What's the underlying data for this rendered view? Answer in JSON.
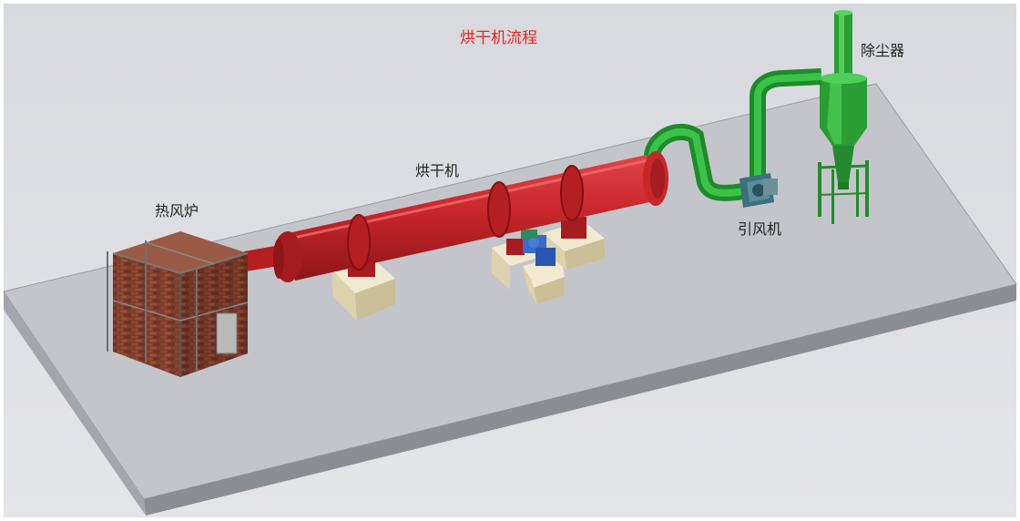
{
  "title": "烘干机流程",
  "labels": {
    "furnace": "热风炉",
    "dryer": "烘干机",
    "fan": "引风机",
    "dust_collector": "除尘器"
  },
  "colors": {
    "title": "#e8231e",
    "dryer_body": "#c8262a",
    "duct": "#28a032",
    "brick": "#7a3a2a",
    "support": "#ede2bf",
    "platform": "#c4c5cb",
    "background": "#dcdde2"
  }
}
